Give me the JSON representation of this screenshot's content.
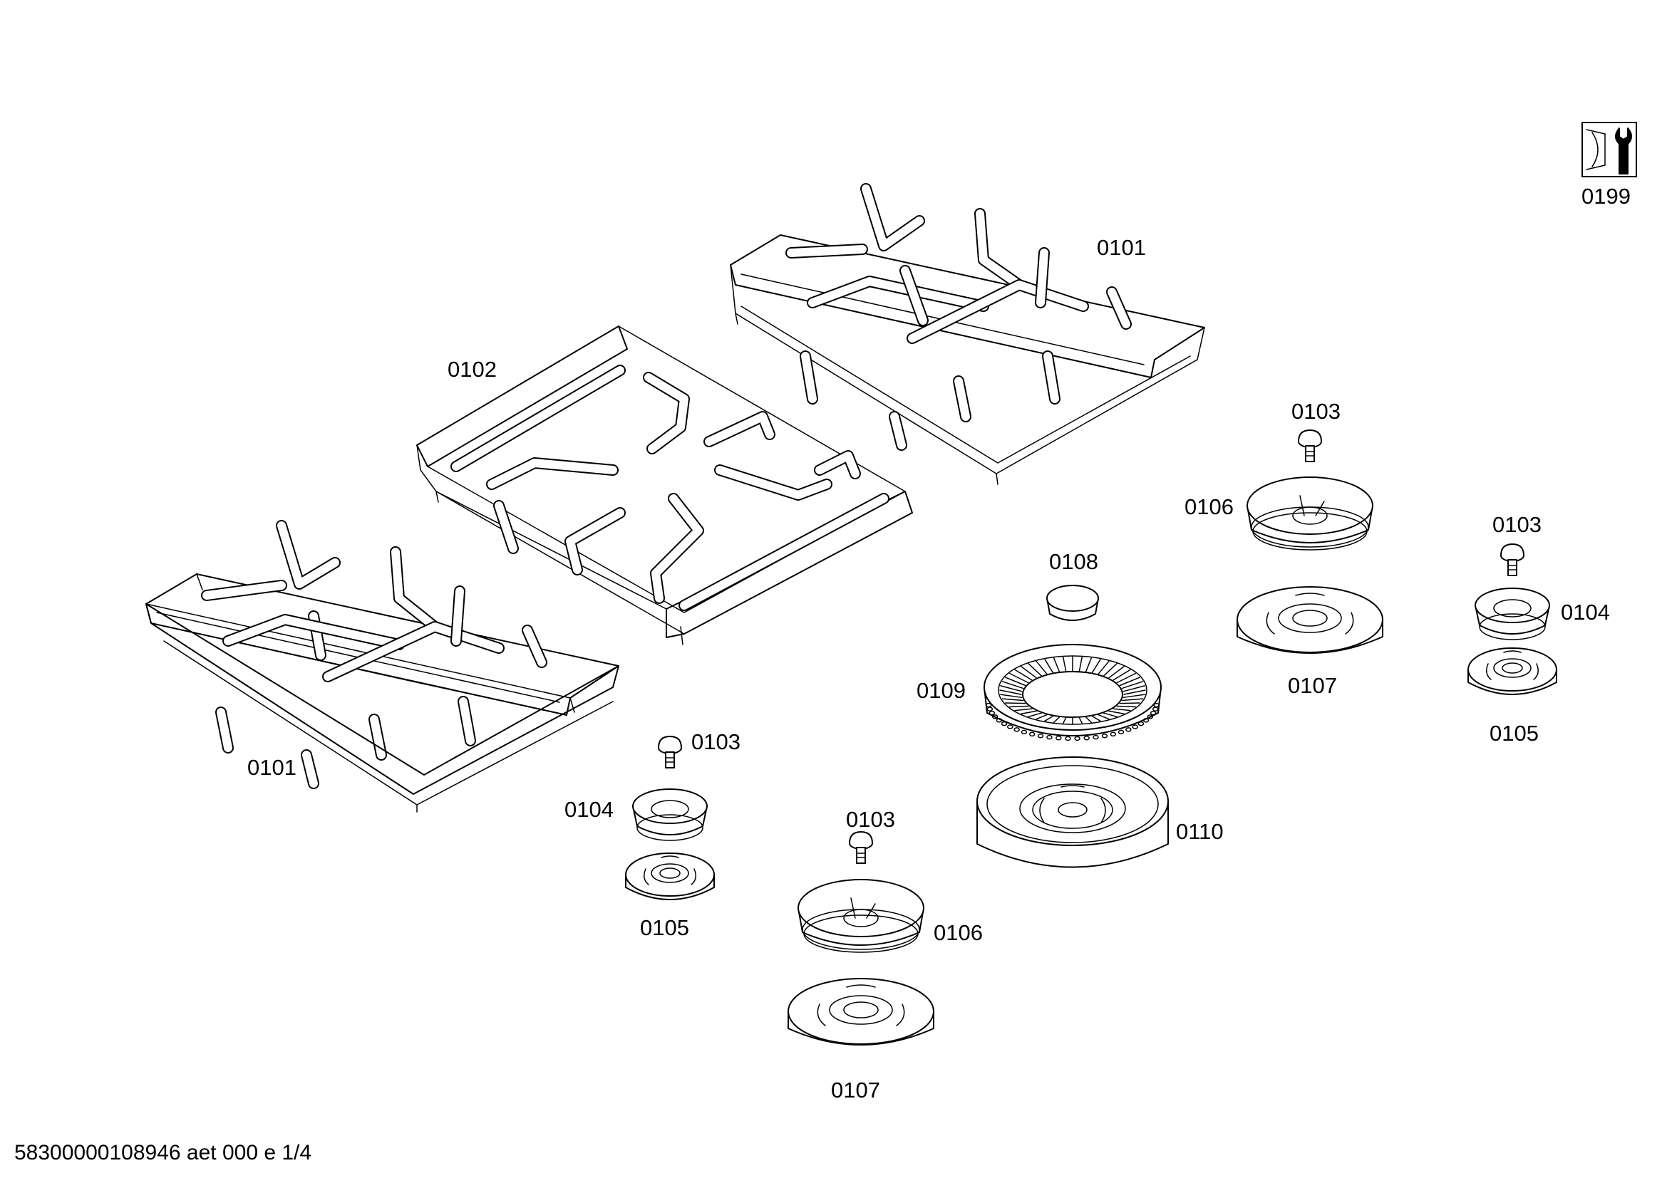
{
  "drawing": {
    "document_id": "58300000108946 aet 000 e 1/4"
  },
  "callouts": {
    "grate_left": "0101",
    "grate_right": "0101",
    "grate_center": "0102",
    "screw_a": "0103",
    "screw_b": "0103",
    "screw_c": "0103",
    "screw_d": "0103",
    "cap_small_a": "0104",
    "cap_small_b": "0104",
    "base_small_a": "0105",
    "base_small_b": "0105",
    "cap_medium_a": "0106",
    "cap_medium_b": "0106",
    "base_medium_a": "0107",
    "base_medium_b": "0107",
    "cap_wok": "0108",
    "ring_wok": "0109",
    "base_wok": "0110",
    "tools": "0199"
  },
  "icons": {
    "tools": "wrench-tool-icon"
  },
  "colors": {
    "line": "#000000",
    "background": "#ffffff"
  }
}
